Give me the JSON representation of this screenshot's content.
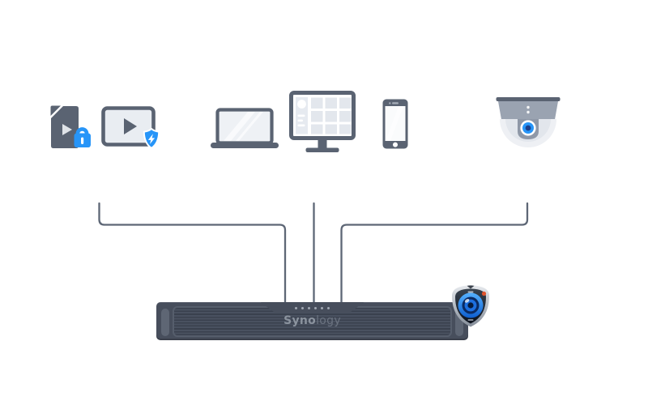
{
  "scene": {
    "background_color": "#ffffff"
  },
  "device": {
    "brand": "Synology",
    "brand_bold": "Syno",
    "brand_light": "logy",
    "led_count": 6
  },
  "icons": [
    {
      "name": "secured-video-file-icon"
    },
    {
      "name": "protected-video-player-icon"
    },
    {
      "name": "laptop-icon"
    },
    {
      "name": "surveillance-monitor-icon"
    },
    {
      "name": "smartphone-icon"
    },
    {
      "name": "dome-camera-icon"
    },
    {
      "name": "surveillance-station-app-icon"
    }
  ],
  "colors": {
    "slate": "#5a6372",
    "light_fill": "#e9edf2",
    "tile_fill": "#e3e7ed",
    "accent_blue": "#2795f8",
    "connector_line": "#5e6776",
    "device_body": "#474e5c",
    "device_stripe": "#3a414e",
    "camera_gray": "#9aa3b1",
    "record_led_red": "#e0542e"
  }
}
